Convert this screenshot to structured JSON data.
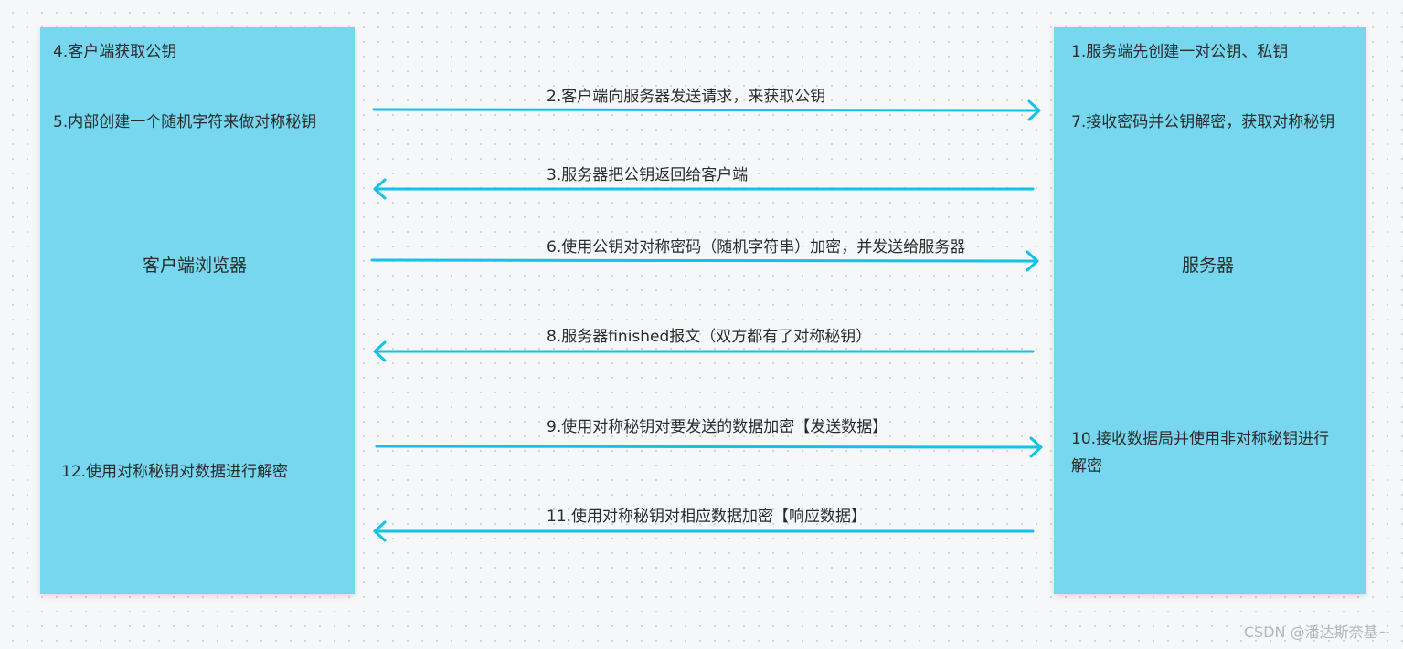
{
  "client": {
    "title": "客户端浏览器",
    "notes": [
      "4.客户端获取公钥",
      "5.内部创建一个随机字符来做对称秘钥",
      "12.使用对称秘钥对数据进行解密"
    ]
  },
  "server": {
    "title": "服务器",
    "notes": [
      "1.服务端先创建一对公钥、私钥",
      "7.接收密码并公钥解密，获取对称秘钥",
      "10.接收数据局并使用非对称秘钥进行",
      "解密"
    ]
  },
  "messages": [
    {
      "label": "2.客户端向服务器发送请求，来获取公钥",
      "direction": "to-server"
    },
    {
      "label": "3.服务器把公钥返回给客户端",
      "direction": "to-client"
    },
    {
      "label": "6.使用公钥对对称密码（随机字符串）加密，并发送给服务器",
      "direction": "to-server"
    },
    {
      "label": "8.服务器finished报文（双方都有了对称秘钥）",
      "direction": "to-client"
    },
    {
      "label": "9.使用对称秘钥对要发送的数据加密【发送数据】",
      "direction": "to-server"
    },
    {
      "label": "11.使用对称秘钥对相应数据加密【响应数据】",
      "direction": "to-client"
    }
  ],
  "colors": {
    "lane": "#76d7ef",
    "arrow": "#13c2e6"
  },
  "watermark": "CSDN @潘达斯奈基~"
}
